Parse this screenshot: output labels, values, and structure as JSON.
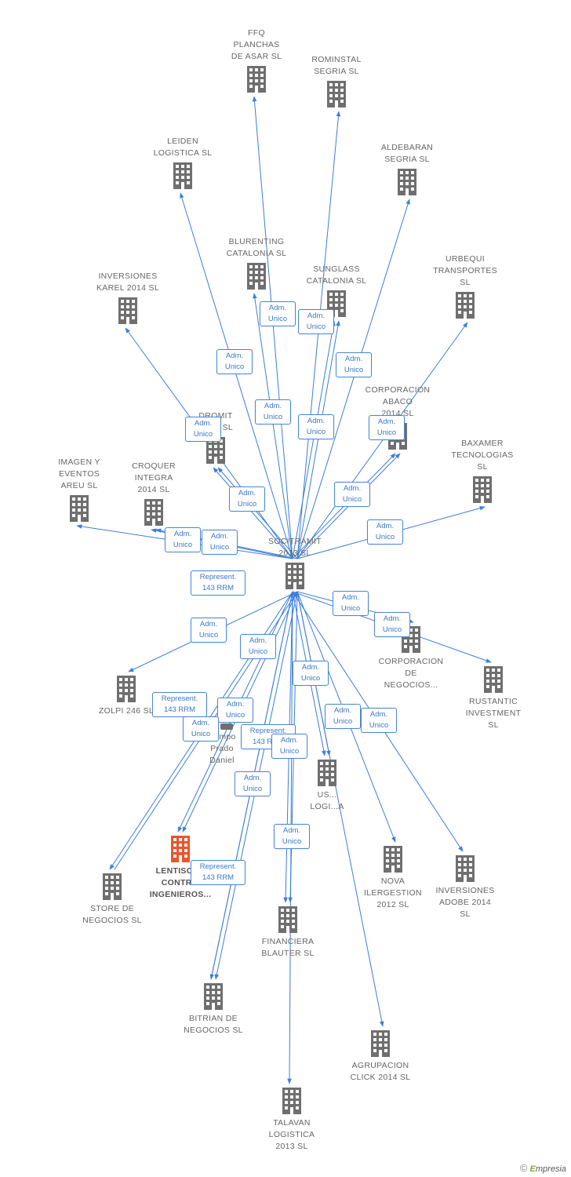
{
  "colors": {
    "node": "#6f6f6f",
    "highlight": "#e8562b",
    "edge": "#3b7ed8",
    "edge_label": "#3b78c8"
  },
  "center": {
    "label": "SOCITRAMIT\n2013 SL"
  },
  "nodes": [
    {
      "id": "ffq",
      "label": "FFQ\nPLANCHAS\nDE ASAR  SL"
    },
    {
      "id": "rominstal",
      "label": "ROMINSTAL\nSEGRIA  SL"
    },
    {
      "id": "leiden",
      "label": "LEIDEN\nLOGISTICA  SL"
    },
    {
      "id": "aldebaran",
      "label": "ALDEBARAN\nSEGRIA  SL"
    },
    {
      "id": "blurenting",
      "label": "BLURENTING\nCATALONIA  SL"
    },
    {
      "id": "sunglass",
      "label": "SUNGLASS\nCATALONIA  SL"
    },
    {
      "id": "urbequi",
      "label": "URBEQUI\nTRANSPORTES\nSL"
    },
    {
      "id": "inversiones-karel",
      "label": "INVERSIONES\nKAREL 2014  SL"
    },
    {
      "id": "corporacion-abaco",
      "label": "CORPORACION\nABACO\n2014  SL"
    },
    {
      "id": "dromit",
      "label": "DROMIT\nS...   S  SL"
    },
    {
      "id": "baxamer",
      "label": "BAXAMER\nTECNOLOGIAS\nSL"
    },
    {
      "id": "imagen-eventos",
      "label": "IMAGEN Y\nEVENTOS\nAREU SL"
    },
    {
      "id": "croquer",
      "label": "CROQUER\nINTEGRA\n2014  SL"
    },
    {
      "id": "corporacion-negocios",
      "label": "CORPORACION\nDE\nNEGOCIOS..."
    },
    {
      "id": "rustantic",
      "label": "RUSTANTIC\nINVESTMENT\nSL"
    },
    {
      "id": "zolpi",
      "label": "ZOLPI 246 SL"
    },
    {
      "id": "campo",
      "label": "Campo\nPrado\nDaniel"
    },
    {
      "id": "us-logistica",
      "label": "US...\nLOGI...A"
    },
    {
      "id": "lentiscar",
      "label": "LENTISCAR\nCONTR...\nINGENIEROS..."
    },
    {
      "id": "store",
      "label": "STORE DE\nNEGOCIOS  SL"
    },
    {
      "id": "nova",
      "label": "NOVA\nILERGESTION\n2012 SL"
    },
    {
      "id": "adobe",
      "label": "INVERSIONES\nADOBE 2014\nSL"
    },
    {
      "id": "financiera",
      "label": "FINANCIERA\nBLAUTER  SL"
    },
    {
      "id": "bitrian",
      "label": "BITRIAN DE\nNEGOCIOS  SL"
    },
    {
      "id": "agrupacion",
      "label": "AGRUPACION\nCLICK 2014  SL"
    },
    {
      "id": "talavan",
      "label": "TALAVAN\nLOGISTICA\n2013 SL"
    }
  ],
  "edge_labels": [
    "Adm.\nUnico",
    "Adm.\nUnico",
    "Adm.\nUnico",
    "Adm.\nUnico",
    "Adm.\nUnico",
    "Adm.\nUnico",
    "Adm.\nUnico",
    "Adm.\nUnico",
    "Adm.\nUnico",
    "Adm.\nUnico",
    "Adm.\nUnico",
    "Adm.\nUnico",
    "Adm.\nUnico",
    "Represent.\n143 RRM",
    "Adm.\nUnico",
    "Adm.\nUnico",
    "Adm.\nUnico",
    "Adm.\nUnico",
    "Adm.\nUnico",
    "Represent.\n143 RRM",
    "Adm.\nUnico",
    "Adm.\nUnico",
    "Represent.\n143 RRM",
    "Adm.\nUnico",
    "Adm.\nUnico",
    "Adm.\nUnico",
    "Adm.\nUnico",
    "Represent.\n143 RRM",
    "Adm.\nUnico"
  ],
  "footer": {
    "copyright": "©",
    "brand_e": "E",
    "brand_rest": "mpresia"
  }
}
